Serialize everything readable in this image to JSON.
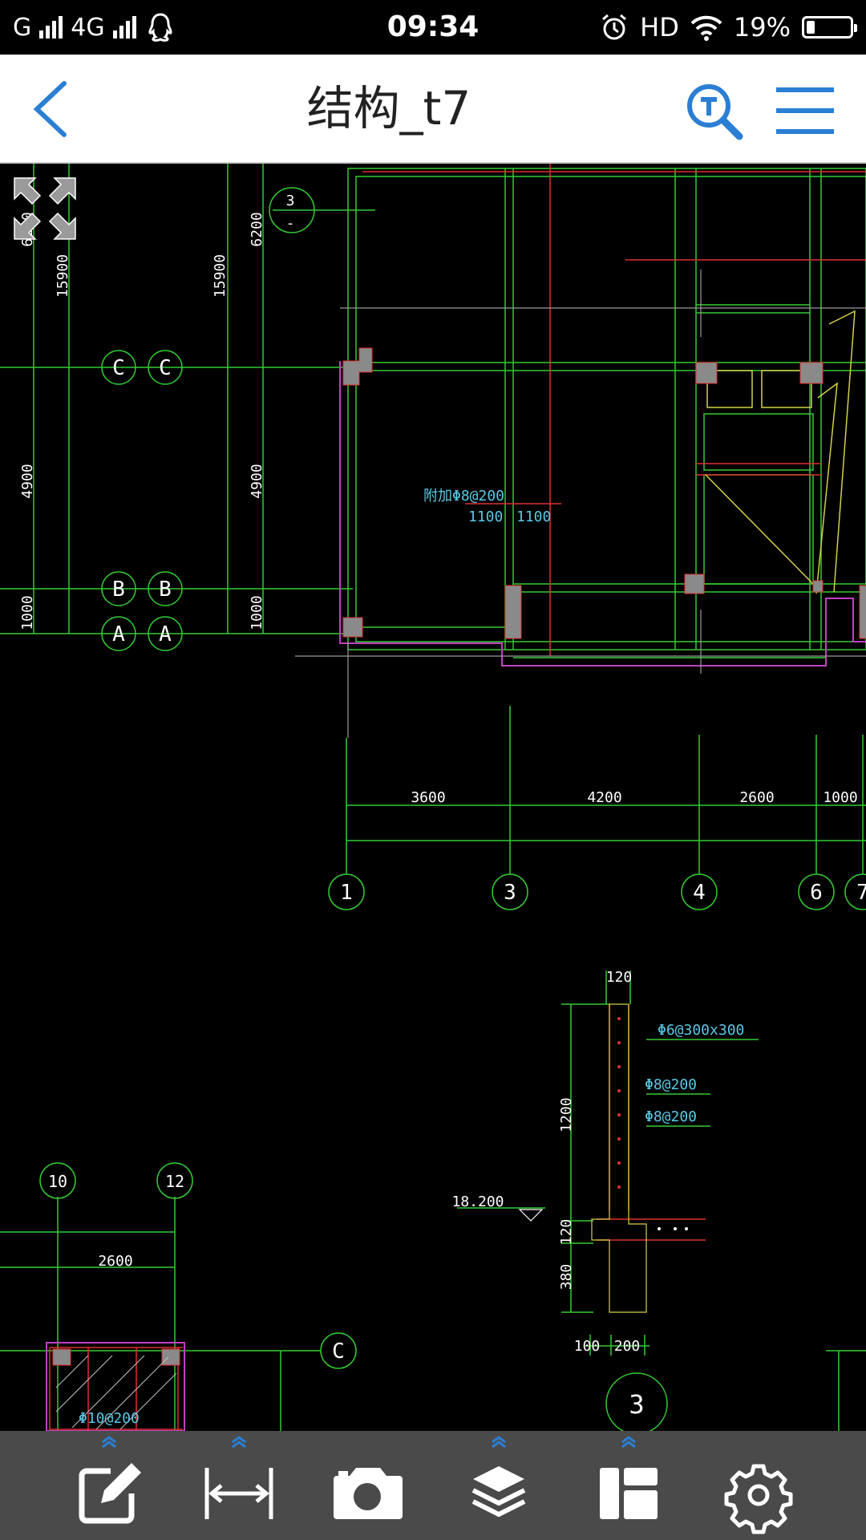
{
  "status_bar": {
    "carrier1": "G",
    "carrier2": "4G",
    "time": "09:34",
    "hd": "HD",
    "battery": "19%",
    "battery_level": 0.19
  },
  "header": {
    "title": "结构_t7",
    "icons": [
      "back-arrow-icon",
      "text-search-icon",
      "menu-icon"
    ]
  },
  "drawing": {
    "left_dims": {
      "v1": "15900",
      "v2": "15900",
      "v3": "6200",
      "v4": "4900",
      "v5": "4900",
      "v6": "1000",
      "v7": "1000",
      "v8": "6200"
    },
    "section_marker_top": {
      "num": "3",
      "sub": "-"
    },
    "row_bubbles": [
      "C",
      "C",
      "B",
      "B",
      "A",
      "A"
    ],
    "note_rebar": "附加Φ8@200",
    "note_1100a": "1100",
    "note_1100b": "1100",
    "span_dims": [
      "3600",
      "4200",
      "2600",
      "1000"
    ],
    "col_bubbles": [
      "1",
      "3",
      "4",
      "6",
      "7"
    ],
    "detail": {
      "dim_top": "120",
      "label1": "Φ6@300x300",
      "label2": "Φ8@200",
      "label3": "Φ8@200",
      "dim_1200": "1200",
      "dim_120": "120",
      "dim_380": "380",
      "elev": "18.200",
      "dim_100": "100",
      "dim_200": "200",
      "section_num": "3"
    },
    "lower_left": {
      "bubble10": "10",
      "bubble12": "12",
      "dim_2600": "2600",
      "bubble_c": "C",
      "rebar": "Φ10@200"
    }
  },
  "toolbar": {
    "items": [
      "annotate-icon",
      "measure-icon",
      "camera-icon",
      "layers-icon",
      "layout-icon",
      "settings-icon"
    ]
  }
}
